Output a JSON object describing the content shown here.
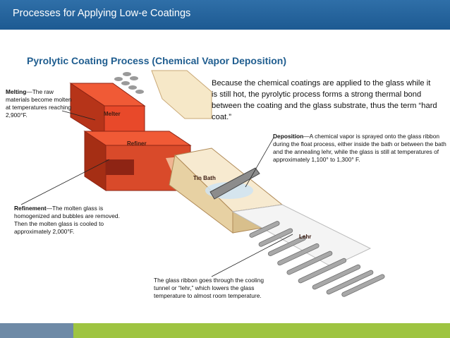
{
  "header": {
    "title": "Processes for Applying Low-e Coatings"
  },
  "diagram": {
    "subtitle": "Pyrolytic Coating Process (Chemical Vapor Deposition)",
    "intro": "Because the chemical coatings are applied to the glass while it is still hot, the pyrolytic process forms a strong thermal bond between the coating and the glass substrate, thus the term “hard coat.”",
    "labels": {
      "melter": "Melter",
      "refiner": "Refiner",
      "tin_bath": "Tin Bath",
      "lehr": "Lehr"
    },
    "callouts": {
      "melting": {
        "term": "Melting",
        "text": "—The raw materials become molten at temperatures reaching 2,900°F."
      },
      "deposition": {
        "term": "Deposition",
        "text": "—A chemical vapor is sprayed onto the glass ribbon during the float process, either inside the bath or between the bath and the annealing lehr, while the glass is still at temperatures of approximately 1,100° to 1,300° F."
      },
      "refinement": {
        "term": "Refinement",
        "text": "—The molten glass is homogenized and bubbles are removed.  Then the molten glass is cooled to approximately 2,000°F."
      },
      "lehr_note": {
        "text": "The glass ribbon goes through the cooling tunnel or “lehr,” which lowers the glass temperature to almost room temperature."
      }
    },
    "colors": {
      "melter_red": "#d94a2a",
      "melter_dark": "#8e2414",
      "bath_tan": "#f3e4bf",
      "header_blue": "#1d5a92",
      "footer_green": "#9ec441"
    }
  }
}
